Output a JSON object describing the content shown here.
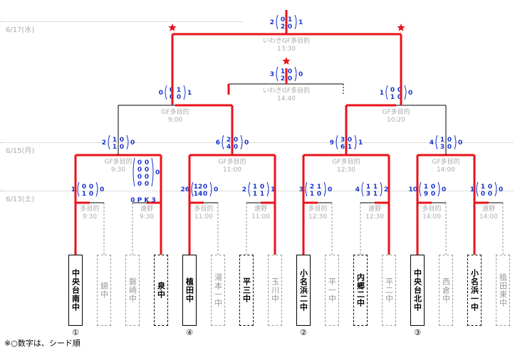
{
  "dates": {
    "d1": "6/17(水)",
    "d2": "6/15(月)",
    "d3": "6/13(土)"
  },
  "teams": [
    {
      "name": "中央台南中",
      "state": "seed"
    },
    {
      "name": "錦中",
      "state": "lose"
    },
    {
      "name": "磐崎中",
      "state": "lose"
    },
    {
      "name": "泉中",
      "state": "win"
    },
    {
      "name": "植田中",
      "state": "seed"
    },
    {
      "name": "湯本一中",
      "state": "lose"
    },
    {
      "name": "平三中",
      "state": "win"
    },
    {
      "name": "玉川中",
      "state": "lose"
    },
    {
      "name": "小名浜二中",
      "state": "seed"
    },
    {
      "name": "平一中",
      "state": "lose"
    },
    {
      "name": "内郷二中",
      "state": "win"
    },
    {
      "name": "平二中",
      "state": "lose"
    },
    {
      "name": "中央台北中",
      "state": "seed"
    },
    {
      "name": "西倉中",
      "state": "lose"
    },
    {
      "name": "小名浜一中",
      "state": "win"
    },
    {
      "name": "植田東中",
      "state": "lose"
    }
  ],
  "seeds": [
    "①",
    "④",
    "②",
    "③"
  ],
  "venues": {
    "r1": [
      [
        "多目的",
        "9:30"
      ],
      [
        "遠野",
        "9:30"
      ],
      [
        "多目的",
        "11:00"
      ],
      [
        "遠野",
        "11:00"
      ],
      [
        "多目的",
        "12:30"
      ],
      [
        "遠野",
        "12:30"
      ],
      [
        "多目的",
        "14:00"
      ],
      [
        "遠野",
        "14:00"
      ]
    ],
    "r2": [
      [
        "GF多目的",
        "9:30"
      ],
      [
        "GF多目的",
        "11:00"
      ],
      [
        "GF多目的",
        "12:30"
      ],
      [
        "GF多目的",
        "14:00"
      ]
    ],
    "sf": [
      [
        "GF多目的",
        "9:00"
      ],
      [
        "GF多目的",
        "10:20"
      ]
    ],
    "third": [
      "いわきGF多目的",
      "14:40"
    ],
    "final": [
      "いわきGF多目的",
      "13:30"
    ]
  },
  "scores": {
    "r1": [
      {
        "l": "1",
        "r": "0",
        "ps": [
          [
            "0",
            "0"
          ],
          [
            "1",
            "0"
          ]
        ]
      },
      {
        "l": "",
        "r": "0",
        "ps": [
          [
            "0",
            "0"
          ],
          [
            "0",
            "0"
          ],
          [
            "0",
            "0"
          ],
          [
            "0",
            "0"
          ]
        ],
        "note": "0 P K 3"
      },
      {
        "l": "26",
        "r": "0",
        "ps": [
          [
            "12",
            "0"
          ],
          [
            "14",
            "0"
          ]
        ]
      },
      {
        "l": "2",
        "r": "1",
        "ps": [
          [
            "1",
            "0"
          ],
          [
            "1",
            "1"
          ]
        ]
      },
      {
        "l": "3",
        "r": "0",
        "ps": [
          [
            "2",
            "1"
          ],
          [
            "1",
            "0"
          ]
        ]
      },
      {
        "l": "4",
        "r": "2",
        "ps": [
          [
            "1",
            "1"
          ],
          [
            "3",
            "1"
          ]
        ]
      },
      {
        "l": "10",
        "r": "0",
        "ps": [
          [
            "1",
            "0"
          ],
          [
            "9",
            "0"
          ]
        ]
      },
      {
        "l": "1",
        "r": "0",
        "ps": [
          [
            "1",
            "0"
          ],
          [
            "0",
            "0"
          ]
        ]
      }
    ],
    "r2": [
      {
        "l": "2",
        "r": "0",
        "ps": [
          [
            "1",
            "0"
          ],
          [
            "1",
            "0"
          ]
        ]
      },
      {
        "l": "6",
        "r": "0",
        "ps": [
          [
            "2",
            "0"
          ],
          [
            "4",
            "0"
          ]
        ]
      },
      {
        "l": "9",
        "r": "1",
        "ps": [
          [
            "3",
            "0"
          ],
          [
            "6",
            "1"
          ]
        ]
      },
      {
        "l": "4",
        "r": "0",
        "ps": [
          [
            "1",
            "0"
          ],
          [
            "3",
            "0"
          ]
        ]
      }
    ],
    "sf": [
      {
        "l": "0",
        "r": "1",
        "ps": [
          [
            "0",
            "1"
          ],
          [
            "0",
            "0"
          ]
        ]
      },
      {
        "l": "1",
        "r": "0",
        "ps": [
          [
            "0",
            "0"
          ],
          [
            "1",
            "0"
          ]
        ]
      }
    ],
    "third": {
      "l": "3",
      "r": "0",
      "ps": [
        [
          "1",
          "0"
        ],
        [
          "2",
          "0"
        ]
      ]
    },
    "final": {
      "l": "2",
      "r": "1",
      "ps": [
        [
          "0",
          "1"
        ],
        [
          "2",
          "0"
        ]
      ]
    }
  },
  "note": "※○数字は、シード順",
  "colors": {
    "win": "#e8131a",
    "line": "#000000",
    "score": "#1a33cc",
    "star": "#e8131a"
  }
}
